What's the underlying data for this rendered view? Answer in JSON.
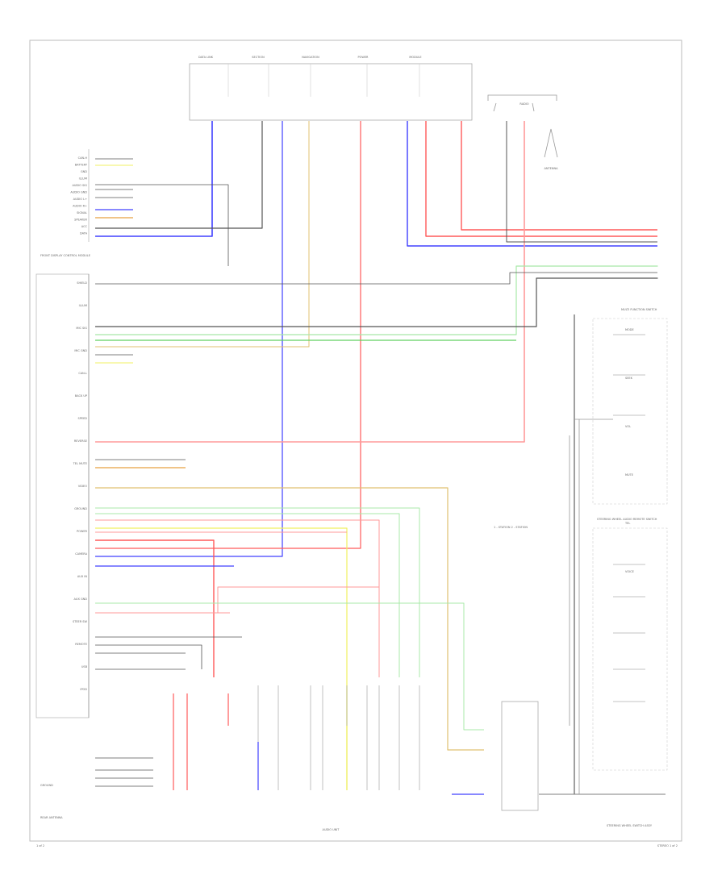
{
  "colors": {
    "red": "#ff5a5a",
    "pink": "#ff9a9a",
    "blue": "#4040ff",
    "green": "#60d060",
    "lightgreen": "#a8e8a8",
    "yellow": "#f0f060",
    "orange": "#e8a040",
    "tan": "#e0c070",
    "gray": "#555555",
    "black": "#333333",
    "frame": "#bbbbbb"
  },
  "labels": {
    "top_module": [
      "DATA LINK",
      "SECTION",
      "NAVIGATION",
      "POWER",
      "MODULE"
    ],
    "antenna": "ANTENNA",
    "radio": "RADIO",
    "left_block_title": "FRONT DISPLAY CONTROL MODULE",
    "left_rows": [
      "CAN-H",
      "BATTERY",
      "GND",
      "ILLUM",
      "AUDIO SIG",
      "AUDIO GND",
      "AUDIO L+",
      "AUDIO R+",
      "SIGNAL",
      "SPEAKER",
      "ACC",
      "DATA"
    ],
    "left_rows2": [
      "SHIELD",
      "ILLUM",
      "MIC SIG",
      "MIC GND",
      "CAN-L",
      "BACK UP",
      "SPEED",
      "REVERSE",
      "TEL MUTE",
      "VIDEO",
      "GROUND",
      "POWER",
      "CAMERA",
      "AUX IN",
      "AUX GND",
      "STEER SW",
      "REMOTE",
      "USB",
      "IPOD"
    ],
    "camera_note": "1 - STATION 2 - STATION",
    "right_block_title": "STEERING WHEEL AUDIO REMOTE SWITCH",
    "right_block_title2": "MULTI FUNCTION SWITCH",
    "right_switches": [
      "MODE",
      "SEEK",
      "VOL",
      "MUTE",
      "TEL",
      "VOICE"
    ],
    "bottom_center": "AUDIO UNIT",
    "bottom_left": "REAR ANTENNA",
    "bottom_right": "STEERING WHEEL SWITCH ASSY",
    "page_left": "1 of 2",
    "page_right": "STEREO 1 of 2",
    "ground": "GROUND"
  }
}
